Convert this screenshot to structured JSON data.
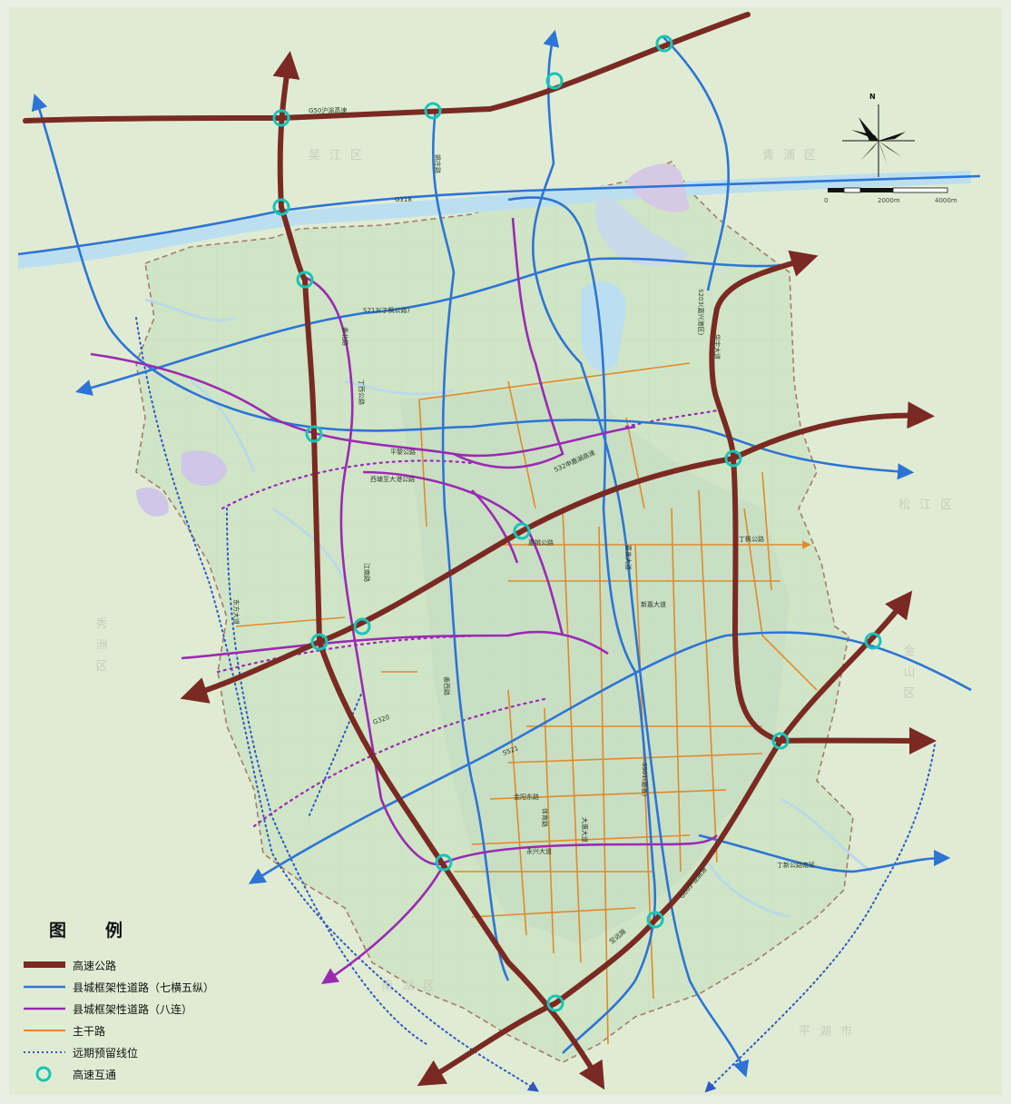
{
  "colors": {
    "expressway": "#7a2a22",
    "framework_blue": "#2e74d6",
    "framework_purple": "#9b2ab3",
    "trunk": "#e08a2c",
    "reserved": "#2f56c4",
    "interchange": "#18c4b8",
    "water": "#bcdff0",
    "land": "#d3e6c8",
    "outside": "#dfecd3"
  },
  "places": {
    "wujiang": "吴江区",
    "qingpu": "青浦区",
    "songjiang": "松江区",
    "jinshan": "金山区",
    "xiuzhou": "秀洲区",
    "nanhu": "南湖区",
    "pinghu": "平湖市"
  },
  "road_labels": {
    "g50": "G50沪渝高速",
    "g318": "G318",
    "s213": "S213(丁枫公路)",
    "s32": "S32申嘉湖高速",
    "g320": "G320",
    "s521": "S521",
    "dingfeng": "丁枫公路",
    "pingli": "平黎公路",
    "xihe": "西塘至大港公路",
    "huizhi": "惠姚公路",
    "shengbei": "善北路",
    "dingxi": "丁西公路",
    "yaozhuang": "姚庄路",
    "xinjia": "新嘉大道",
    "dingxin": "丁新公路南延",
    "jiashan_dadao": "嘉善大道",
    "shanxi": "善西路",
    "huayu": "华宇大道",
    "s203": "S203(嘉兴港区)",
    "g60": "G60沪昆高速",
    "dongfang": "东方大道",
    "jiangnan": "江南路",
    "jinyang": "金阳东路",
    "tiyu": "体育路",
    "yongxing": "永兴大道",
    "dahui": "大惠大道",
    "s501": "S501(嘉善)",
    "zhiyuan": "至远路"
  },
  "north_label": "N",
  "scale": {
    "ticks": [
      "0",
      "2000m",
      "4000m"
    ]
  },
  "legend": {
    "title": "图　例",
    "items": [
      {
        "type": "expressway",
        "label": "高速公路"
      },
      {
        "type": "framework_blue",
        "label": "县城框架性道路（七横五纵）"
      },
      {
        "type": "framework_purple",
        "label": "县城框架性道路（八连）"
      },
      {
        "type": "trunk",
        "label": "主干路"
      },
      {
        "type": "reserved",
        "label": "远期预留线位"
      },
      {
        "type": "interchange",
        "label": "高速互通"
      }
    ]
  }
}
